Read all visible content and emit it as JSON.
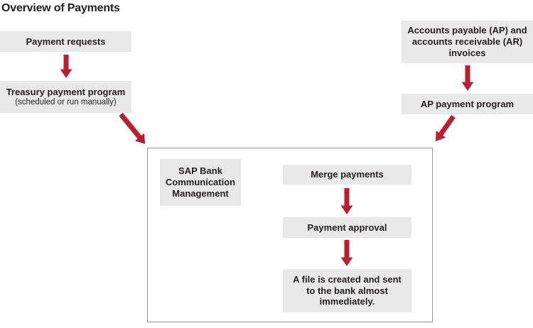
{
  "title": "Overview of Payments",
  "colors": {
    "box_bg": "#e8e8e8",
    "arrow_red": "#b91f2e",
    "container_border": "#919396",
    "text_color": "#231f20"
  },
  "nodes": {
    "payment_requests": {
      "label": "Payment requests"
    },
    "treasury_program": {
      "label": "Treasury payment program",
      "sublabel": "(scheduled or run manually)"
    },
    "ap_ar_invoices": {
      "label": "Accounts payable (AP) and accounts receivable (AR) invoices"
    },
    "ap_payment_program": {
      "label": "AP payment program"
    },
    "sap_bcm": {
      "label": "SAP Bank Communication Management"
    },
    "merge_payments": {
      "label": "Merge payments"
    },
    "payment_approval": {
      "label": "Payment approval"
    },
    "file_created": {
      "label": "A file is created and sent to the bank almost immediately."
    }
  },
  "arrows": [
    {
      "from": "Payment requests",
      "to": "Treasury payment program"
    },
    {
      "from": "Treasury payment program",
      "to": "SAP Bank Communication Management container"
    },
    {
      "from": "Accounts payable (AP) and accounts receivable (AR) invoices",
      "to": "AP payment program"
    },
    {
      "from": "AP payment program",
      "to": "SAP Bank Communication Management container"
    },
    {
      "from": "Merge payments",
      "to": "Payment approval"
    },
    {
      "from": "Payment approval",
      "to": "A file is created and sent to the bank almost immediately."
    }
  ]
}
